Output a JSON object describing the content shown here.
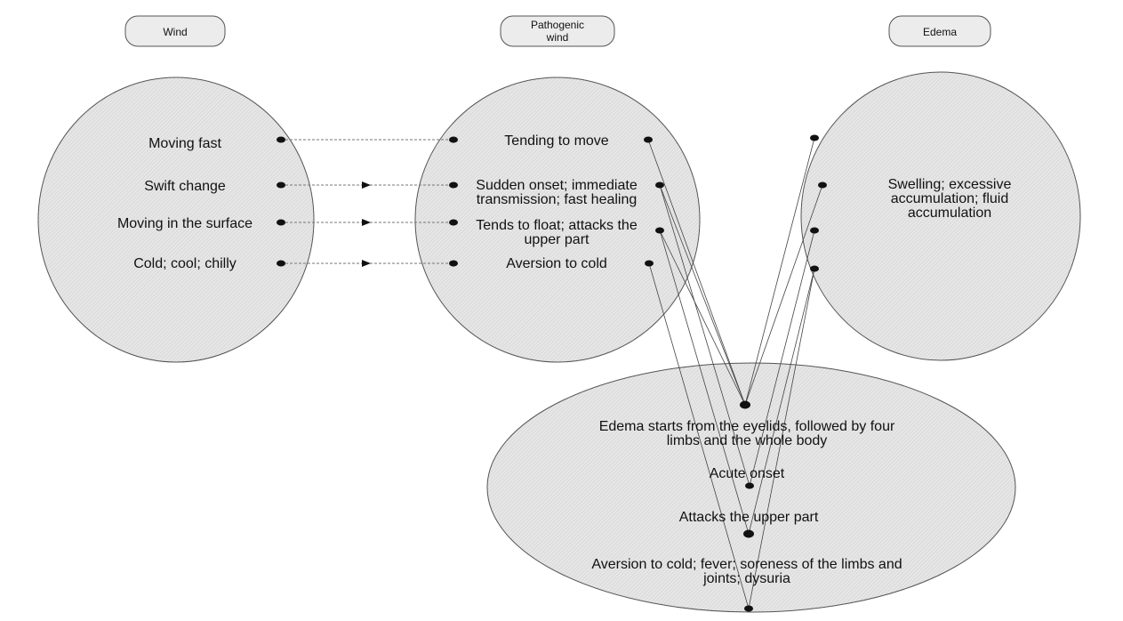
{
  "groups": {
    "wind": {
      "title": "Wind",
      "items": [
        "Moving fast",
        "Swift change",
        "Moving in the surface",
        "Cold; cool; chilly"
      ]
    },
    "pathogenic": {
      "title_line1": "Pathogenic",
      "title_line2": "wind",
      "items": [
        {
          "l1": "Tending to move",
          "l2": ""
        },
        {
          "l1": "Sudden onset; immediate",
          "l2": "transmission; fast healing"
        },
        {
          "l1": "Tends to float; attacks the",
          "l2": "upper part"
        },
        {
          "l1": "Aversion to cold",
          "l2": ""
        }
      ]
    },
    "edema": {
      "title": "Edema",
      "item_l1": "Swelling; excessive",
      "item_l2": "accumulation; fluid",
      "item_l3": "accumulation"
    },
    "bottom": {
      "items": [
        {
          "l1": "Edema starts from the eyelids, followed by four",
          "l2": "limbs and the whole body"
        },
        {
          "l1": "Acute onset",
          "l2": ""
        },
        {
          "l1": "Attacks the upper part",
          "l2": ""
        },
        {
          "l1": "Aversion to cold; fever; soreness of the limbs and",
          "l2": "joints; dysuria"
        }
      ]
    }
  }
}
